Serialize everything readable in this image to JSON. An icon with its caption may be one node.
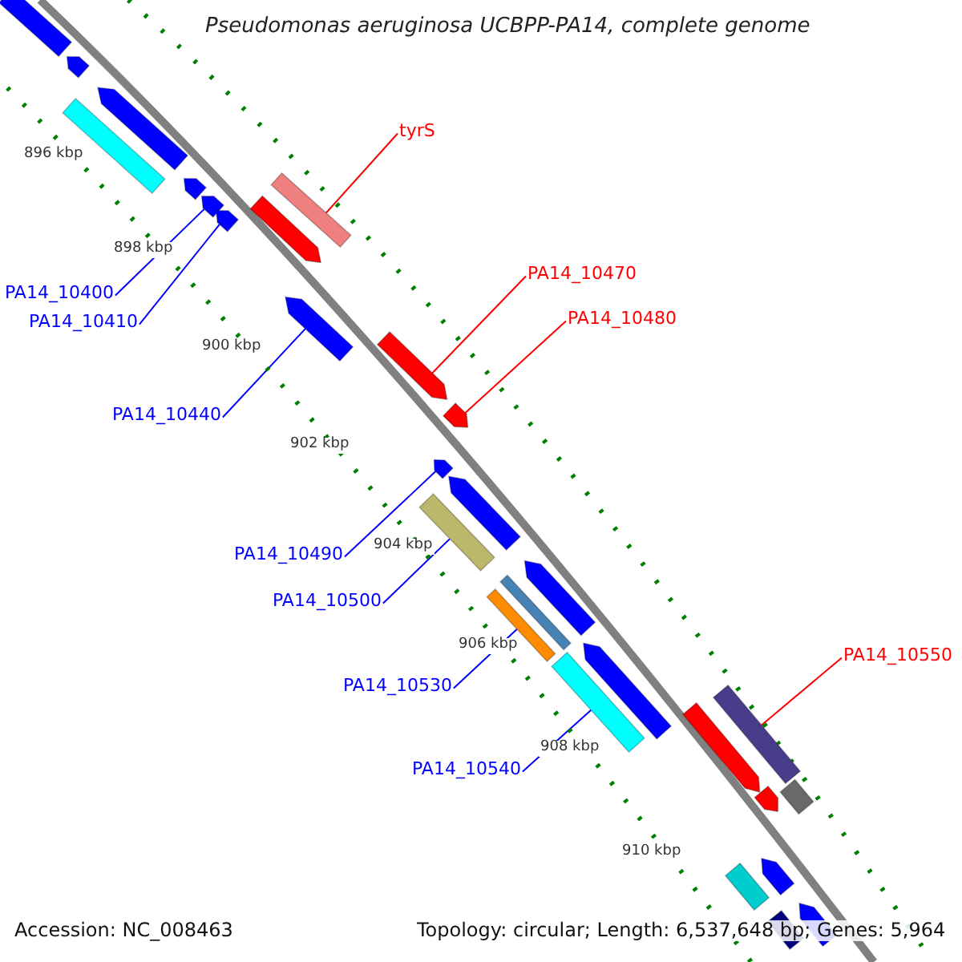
{
  "diagram": {
    "title": "Pseudomonas aeruginosa UCBPP-PA14, complete genome",
    "nodes": [
      {
        "text": [
          "tyrS"
        ]
      },
      {
        "text": [
          "PA14_10470"
        ]
      },
      {
        "text": [
          "PA14_10400"
        ]
      },
      {
        "text": [
          "PA14_10480"
        ]
      },
      {
        "text": [
          "PA14_10410"
        ]
      },
      {
        "text": [
          "PA14_10440"
        ]
      },
      {
        "text": [
          "PA14_10490"
        ]
      },
      {
        "text": [
          "PA14_10500"
        ]
      },
      {
        "text": [
          "PA14_10550"
        ]
      },
      {
        "text": [
          "PA14_10530"
        ]
      },
      {
        "text": [
          "PA14_10540"
        ]
      },
      {
        "text": [],
        "shape": "bar"
      },
      {
        "text": [],
        "shape": "bar"
      },
      {
        "text": [],
        "shape": "bar"
      },
      {
        "text": [],
        "shape": "bar"
      },
      {
        "text": [],
        "shape": "bar"
      },
      {
        "text": [],
        "shape": "bar"
      },
      {
        "text": [],
        "shape": "bar"
      },
      {
        "text": [],
        "shape": "bar"
      },
      {
        "text": [],
        "shape": "bar"
      },
      {
        "text": [],
        "shape": "bar"
      },
      {
        "text": [],
        "shape": "bar"
      },
      {
        "text": [],
        "shape": "bar"
      },
      {
        "text": [],
        "shape": "bar"
      },
      {
        "text": [],
        "shape": "bar"
      },
      {
        "text": [],
        "shape": "bar"
      },
      {
        "text": [],
        "shape": "bar"
      },
      {
        "text": [],
        "shape": "bar"
      },
      {
        "text": [],
        "shape": "bar"
      },
      {
        "text": [],
        "shape": "bar"
      },
      {
        "text": [],
        "shape": "bar"
      },
      {
        "text": [],
        "shape": "bar"
      },
      {
        "text": [],
        "shape": "bar"
      },
      {
        "text": [],
        "shape": "bar"
      },
      {
        "text": [],
        "shape": "bar"
      },
      {
        "text": [],
        "shape": "bar"
      },
      {
        "text": [],
        "shape": "bar"
      },
      {
        "text": [],
        "shape": "bar"
      },
      {
        "text": [],
        "shape": "bar"
      }
    ],
    "edges": [
      {
        "from": 0,
        "to": 11,
        "arrow": "none",
        "color": "#ff0000"
      },
      {
        "from": 1,
        "to": 12,
        "arrow": "none",
        "color": "#ff0000"
      },
      {
        "from": 2,
        "to": 13,
        "arrow": "none"
      },
      {
        "from": 3,
        "to": 14,
        "arrow": "none",
        "color": "#ff0000"
      },
      {
        "from": 4,
        "to": 15,
        "arrow": "none"
      },
      {
        "from": 5,
        "to": 16,
        "arrow": "none"
      },
      {
        "from": 6,
        "to": 17,
        "arrow": "none"
      },
      {
        "from": 7,
        "to": 18,
        "arrow": "none"
      },
      {
        "from": 8,
        "to": 19,
        "arrow": "none",
        "color": "#ff0000"
      },
      {
        "from": 9,
        "to": 20,
        "arrow": "none"
      },
      {
        "from": 10,
        "to": 21,
        "arrow": "none"
      }
    ],
    "labels": [
      "896 kbp",
      "898 kbp",
      "900 kbp",
      "902 kbp",
      "904 kbp",
      "906 kbp",
      "908 kbp",
      "910 kbp",
      "Accession: NC_008463",
      "Topology: circular; Length: 6,537,648 bp; Genes: 5,964"
    ]
  }
}
